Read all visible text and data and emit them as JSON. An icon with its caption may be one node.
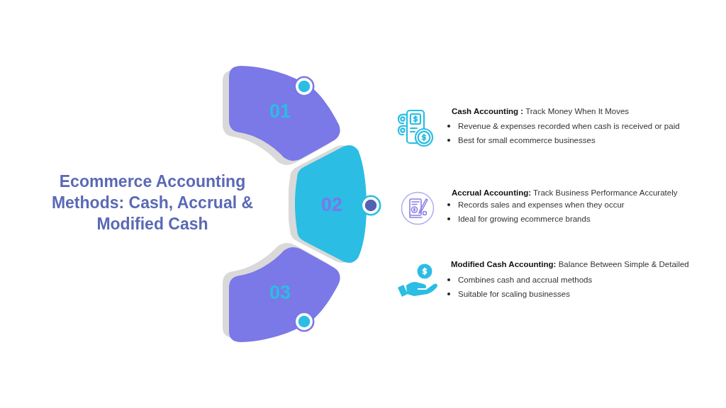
{
  "diagram": {
    "title": "Ecommerce Accounting Methods: Cash, Accrual & Modified Cash",
    "nodes": [
      {
        "text": [
          "01"
        ]
      },
      {
        "text": [
          "02"
        ]
      },
      {
        "text": [
          "03"
        ]
      }
    ],
    "labels": [
      "**Cash Accounting :** Track Money When It Moves",
      "Revenue & expenses recorded when cash is received or paid",
      "Best for small ecommerce businesses",
      "**Accrual Accounting:** Track Business Performance Accurately",
      "Records sales and expenses when they occur",
      "Ideal for growing ecommerce brands",
      "**Modified Cash Accounting:** Balance Between Simple & Detailed",
      "Combines cash and accrual methods",
      "Suitable for scaling businesses"
    ]
  }
}
